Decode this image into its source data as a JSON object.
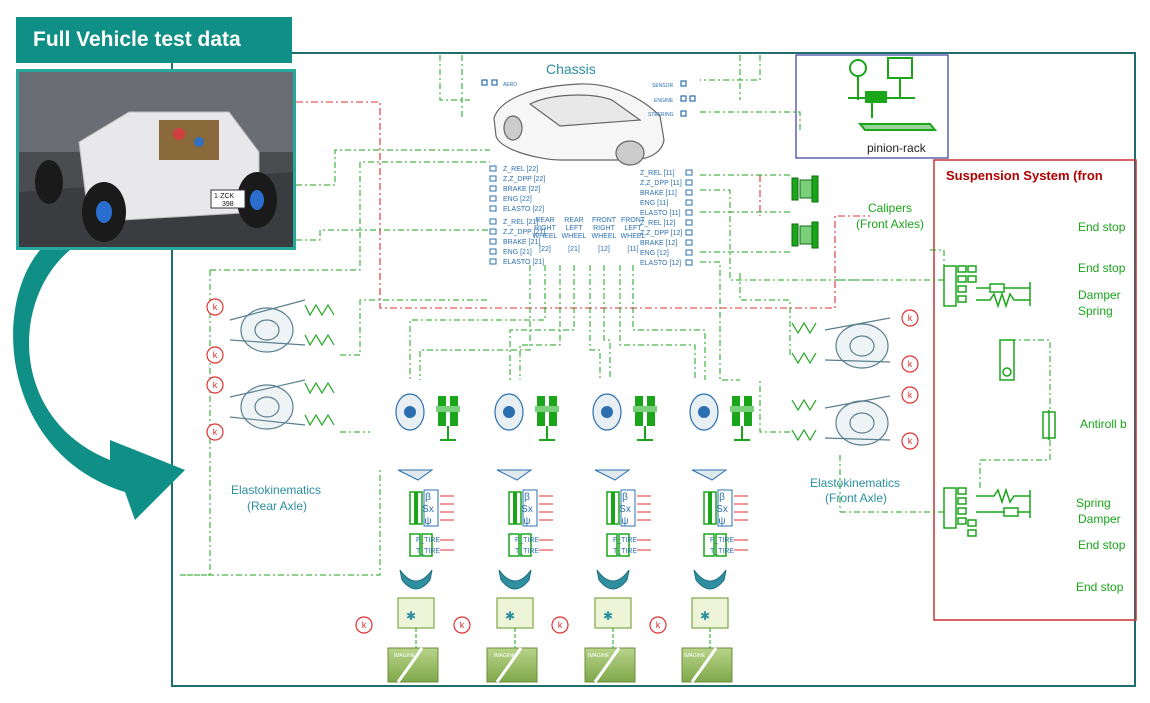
{
  "banner": {
    "title": "Full Vehicle test data"
  },
  "photo": {
    "plate_top": "1·ZCK",
    "plate_bottom": "398"
  },
  "chassis": {
    "title": "Chassis",
    "ports_left_top": [
      "AERO"
    ],
    "ports_right_top": [
      "SENSOR",
      "ENGINE",
      "STEERING"
    ],
    "ports_left_rear_right": [
      "Z_REL [22]",
      "Z,Z_DPP [22]",
      "BRAKE [22]",
      "ENG [22]",
      "ELASTO [22]"
    ],
    "ports_left_rear_left": [
      "Z_REL [21]",
      "Z,Z_DPP [21]",
      "BRAKE [21]",
      "ENG [21]",
      "ELASTO [21]"
    ],
    "ports_right_front_left": [
      "Z_REL [11]",
      "Z,Z_DPP [11]",
      "BRAKE [11]",
      "ENG [11]",
      "ELASTO [11]"
    ],
    "ports_right_front_right": [
      "Z_REL [12]",
      "Z,Z_DPP [12]",
      "BRAKE [12]",
      "ENG [12]",
      "ELASTO [12]"
    ],
    "wheel_columns": [
      {
        "l1": "REAR",
        "l2": "RIGHT",
        "l3": "WHEEL",
        "idx": "[22]"
      },
      {
        "l1": "REAR",
        "l2": "LEFT",
        "l3": "WHEEL",
        "idx": "[21]"
      },
      {
        "l1": "FRONT",
        "l2": "RIGHT",
        "l3": "WHEEL",
        "idx": "[12]"
      },
      {
        "l1": "FRONT",
        "l2": "LEFT",
        "l3": "WHEEL",
        "idx": "[11]"
      }
    ]
  },
  "steering": {
    "label": "pinion-rack"
  },
  "calipers": {
    "line1": "Calipers",
    "line2": "(Front Axles)"
  },
  "suspension": {
    "title": "Suspension System (fron",
    "labels": [
      "End stop",
      "End stop",
      "Damper",
      "Spring",
      "Antiroll b",
      "Spring",
      "Damper",
      "End stop",
      "End stop"
    ]
  },
  "elasto_rear": {
    "line1": "Elastokinematics",
    "line2": "(Rear Axle)"
  },
  "elasto_front": {
    "line1": "Elastokinematics",
    "line2": "(Front Axle)"
  },
  "tire": {
    "sx": "Sx",
    "beta": "β",
    "psi": "ψ",
    "ftire": "F_TIRE",
    "ttire": "T_TIRE"
  },
  "road": {
    "label": "IMAGINE"
  },
  "gain_symbol": "k",
  "colors": {
    "teal": "#0f8f86",
    "green": "#1aa51a",
    "red_dash": "#e03030",
    "blue": "#2b6fb0",
    "frame": "#1f6e6e",
    "suspension_border": "#cc3333",
    "suspension_title": "#b00000"
  }
}
